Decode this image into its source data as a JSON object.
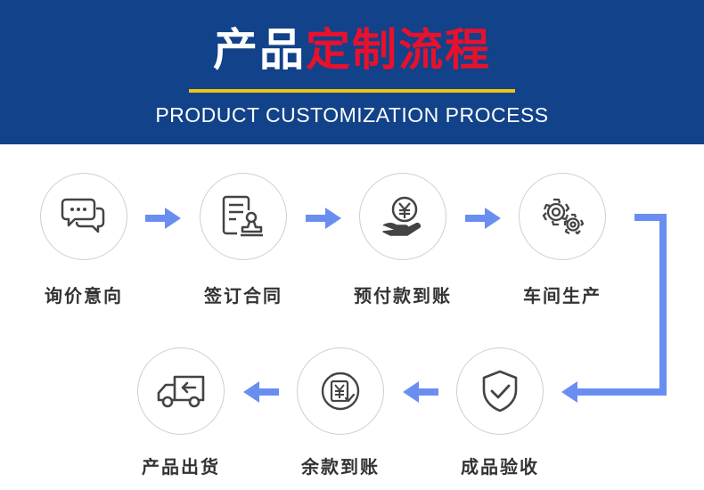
{
  "header": {
    "title_white": "产品",
    "title_red": "定制流程",
    "subtitle": "PRODUCT CUSTOMIZATION PROCESS"
  },
  "colors": {
    "header_bg": "#124289",
    "title_accent": "#e8112d",
    "underline": "#f2c316",
    "arrow": "#6a8ef0"
  },
  "steps": [
    {
      "label": "询价意向",
      "icon": "chat-bubbles-icon"
    },
    {
      "label": "签订合同",
      "icon": "contract-stamp-icon"
    },
    {
      "label": "预付款到账",
      "icon": "yen-coin-hand-icon"
    },
    {
      "label": "车间生产",
      "icon": "gears-icon"
    },
    {
      "label": "成品验收",
      "icon": "shield-check-icon"
    },
    {
      "label": "余款到账",
      "icon": "yen-document-icon"
    },
    {
      "label": "产品出货",
      "icon": "delivery-truck-icon"
    }
  ]
}
